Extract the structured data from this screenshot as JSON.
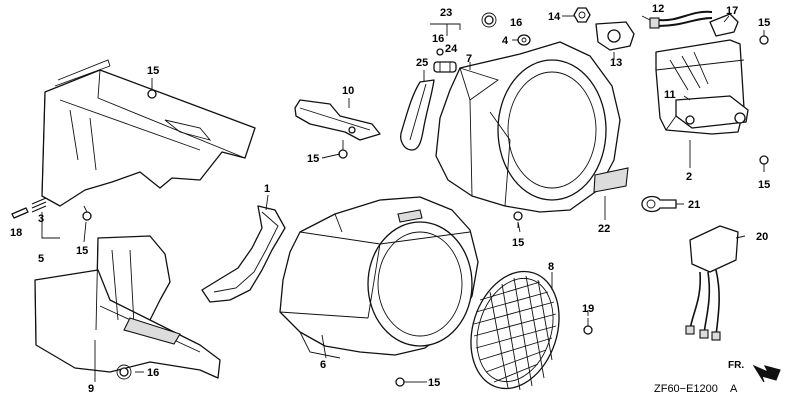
{
  "diagram": {
    "figure_code": "ZF60−E1200",
    "figure_suffix": "A",
    "front_indicator": "FR.",
    "callouts": {
      "c1": "1",
      "c2": "2",
      "c3": "3",
      "c4": "4",
      "c5": "5",
      "c6": "6",
      "c7": "7",
      "c8": "8",
      "c9": "9",
      "c10": "10",
      "c11": "11",
      "c12": "12",
      "c13": "13",
      "c14": "14",
      "c15": "15",
      "c16": "16",
      "c17": "17",
      "c18": "18",
      "c19": "19",
      "c20": "20",
      "c21": "21",
      "c22": "22",
      "c23": "23",
      "c24": "24",
      "c25": "25"
    }
  }
}
